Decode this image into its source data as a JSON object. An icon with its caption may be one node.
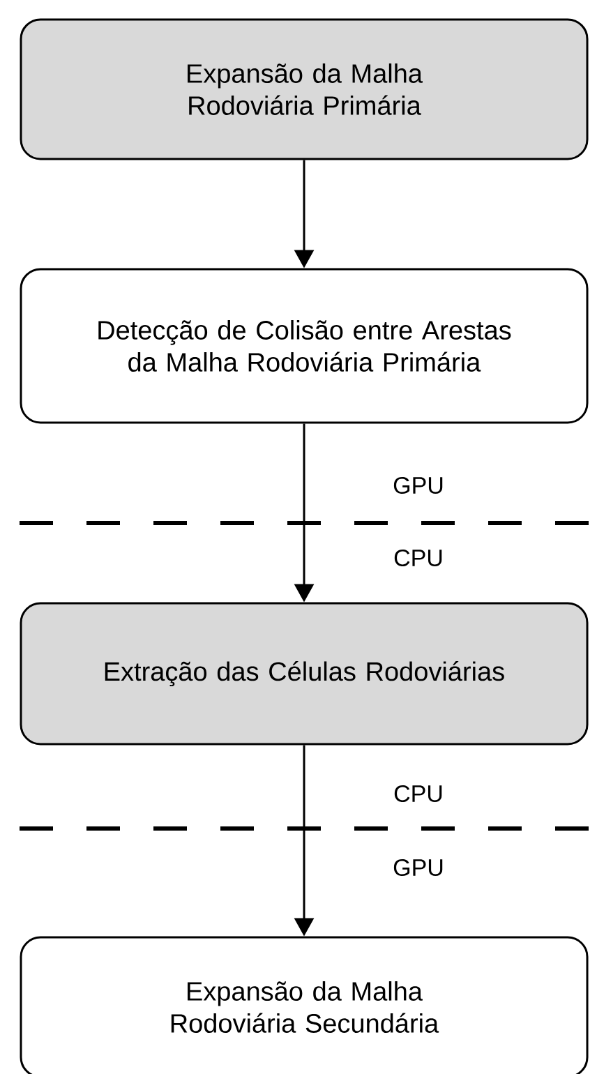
{
  "diagram": {
    "nodes": [
      {
        "text": [
          "Expansão da Malha Rodoviária Primária"
        ]
      },
      {
        "text": [
          "Detecção de Colisão entre Arestas da Malha Rodoviária Primária"
        ]
      },
      {
        "text": [
          "Extração das Células Rodoviárias"
        ]
      },
      {
        "text": [
          "Expansão da Malha Rodoviária Secundária"
        ]
      }
    ],
    "edges": [
      {
        "from": 0,
        "to": 1,
        "arrow": "to"
      },
      {
        "from": 1,
        "to": 2,
        "arrow": "to"
      },
      {
        "from": 2,
        "to": 3,
        "arrow": "to"
      }
    ],
    "labels": [
      "GPU",
      "CPU",
      "CPU",
      "GPU"
    ]
  }
}
